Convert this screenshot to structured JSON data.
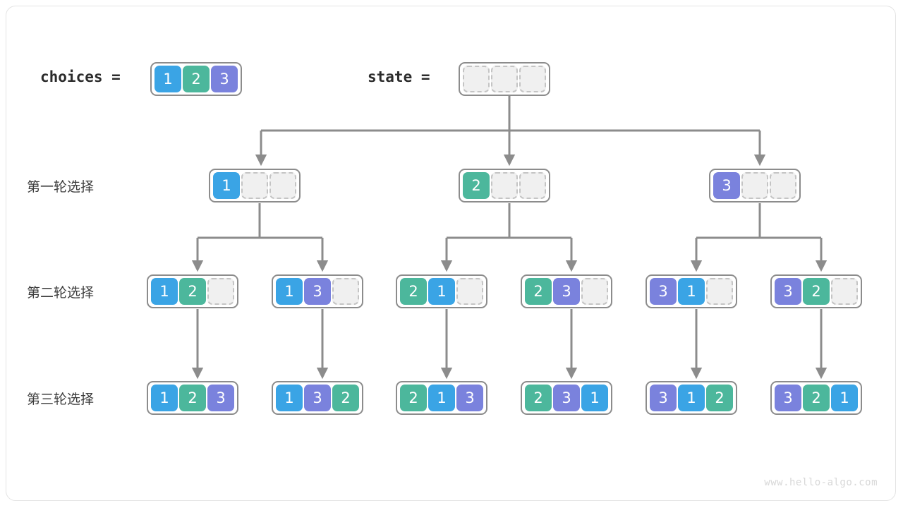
{
  "diagram": {
    "title_vars": {
      "choices_label": "choices =",
      "state_label": "state ="
    },
    "choices": [
      1,
      2,
      3
    ],
    "state": [
      null,
      null,
      null
    ],
    "row_labels": [
      "第一轮选择",
      "第二轮选择",
      "第三轮选择"
    ],
    "level1": [
      {
        "cells": [
          1,
          null,
          null
        ]
      },
      {
        "cells": [
          2,
          null,
          null
        ]
      },
      {
        "cells": [
          3,
          null,
          null
        ]
      }
    ],
    "level2": [
      {
        "cells": [
          1,
          2,
          null
        ]
      },
      {
        "cells": [
          1,
          3,
          null
        ]
      },
      {
        "cells": [
          2,
          1,
          null
        ]
      },
      {
        "cells": [
          2,
          3,
          null
        ]
      },
      {
        "cells": [
          3,
          1,
          null
        ]
      },
      {
        "cells": [
          3,
          2,
          null
        ]
      }
    ],
    "level3": [
      {
        "cells": [
          1,
          2,
          3
        ]
      },
      {
        "cells": [
          1,
          3,
          2
        ]
      },
      {
        "cells": [
          2,
          1,
          3
        ]
      },
      {
        "cells": [
          2,
          3,
          1
        ]
      },
      {
        "cells": [
          3,
          1,
          2
        ]
      },
      {
        "cells": [
          3,
          2,
          1
        ]
      }
    ],
    "watermark": "www.hello-algo.com",
    "colors": {
      "value_1": "#3aa4e5",
      "value_2": "#4cb79c",
      "value_3": "#7a82dd",
      "empty_cell": "#f0f0f0",
      "empty_border": "#c4c4c4",
      "array_border": "#8c8c8c",
      "edge": "#8c8c8c",
      "text": "#3c3c3c",
      "watermark": "#d8d8d8"
    }
  }
}
